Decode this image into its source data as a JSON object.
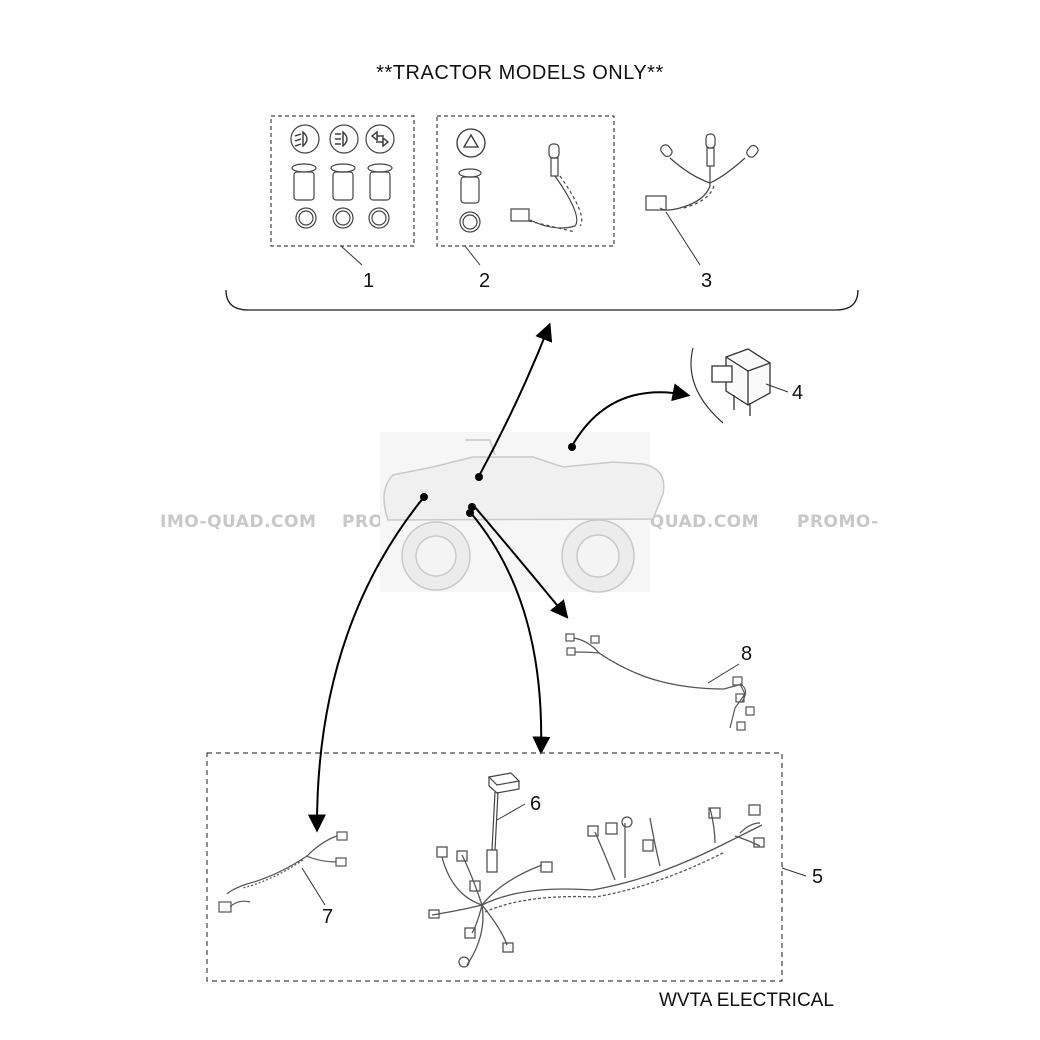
{
  "header": {
    "title": "**TRACTOR MODELS ONLY**"
  },
  "footer": {
    "caption": "WVTA ELECTRICAL"
  },
  "watermarks": [
    "IMO-QUAD.COM",
    "PROMO-QUAD.COM",
    "PROMO-QUAD.COM",
    "PROMO-"
  ],
  "callouts": {
    "c1": "1",
    "c2": "2",
    "c3": "3",
    "c4": "4",
    "c5": "5",
    "c6": "6",
    "c7": "7",
    "c8": "8"
  },
  "icons": [
    "headlight-low-icon",
    "headlight-high-icon",
    "turn-signal-icon",
    "hazard-triangle-icon"
  ]
}
